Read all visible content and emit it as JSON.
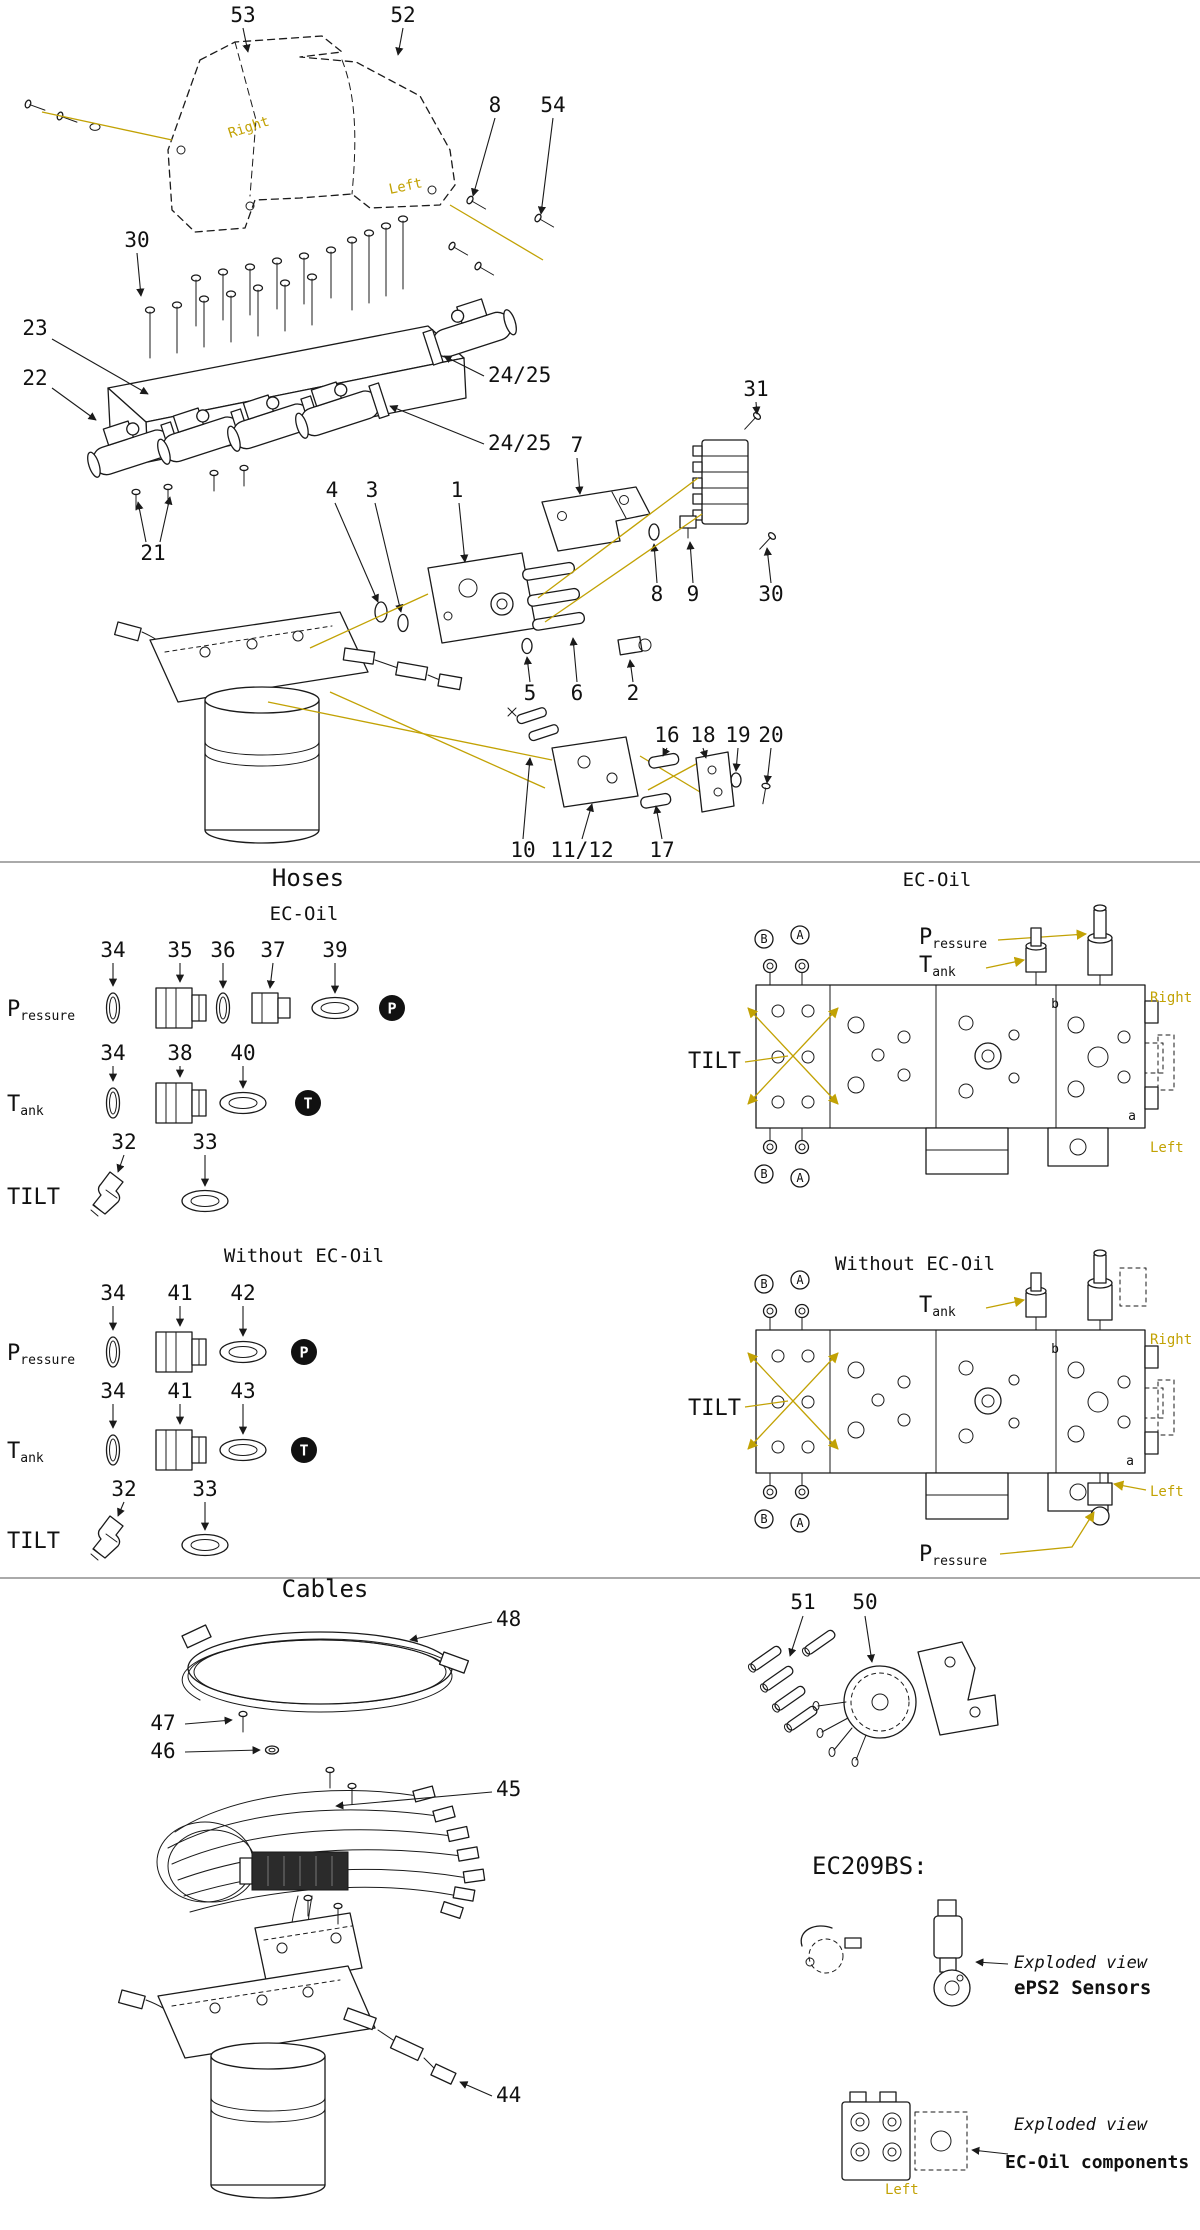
{
  "colors": {
    "line": "#1a1a1a",
    "gold": "#c2a204",
    "badge_bg": "#111111"
  },
  "top": {
    "callouts": {
      "n1": "1",
      "n2": "2",
      "n3": "3",
      "n4": "4",
      "n5": "5",
      "n6": "6",
      "n7": "7",
      "n8": "8",
      "n9": "9",
      "n10": "10",
      "n11_12": "11/12",
      "n16": "16",
      "n17": "17",
      "n18": "18",
      "n19": "19",
      "n20": "20",
      "n21": "21",
      "n22": "22",
      "n23": "23",
      "n24_25": "24/25",
      "n30": "30",
      "n31": "31",
      "n52": "52",
      "n53": "53",
      "n54": "54"
    },
    "right_label": "Right",
    "left_label": "Left"
  },
  "hoses": {
    "title": "Hoses",
    "ecoil_heading": "EC-Oil",
    "without_heading": "Without EC-Oil",
    "pressure_main": "P",
    "pressure_sub": "ressure",
    "tank_main": "T",
    "tank_sub": "ank",
    "tilt": "TILT",
    "badge_p": "P",
    "badge_t": "T",
    "callouts": {
      "n32": "32",
      "n33": "33",
      "n34": "34",
      "n35": "35",
      "n36": "36",
      "n37": "37",
      "n38": "38",
      "n39": "39",
      "n40": "40",
      "n41": "41",
      "n42": "42",
      "n43": "43"
    },
    "right_label": "Right",
    "left_label": "Left",
    "port_b": "B",
    "port_a": "A",
    "port_b_small": "b",
    "port_a_small": "a"
  },
  "cables": {
    "title": "Cables",
    "callouts": {
      "n44": "44",
      "n45": "45",
      "n46": "46",
      "n47": "47",
      "n48": "48",
      "n50": "50",
      "n51": "51"
    },
    "ec209bs": "EC209BS:",
    "exploded_view": "Exploded view",
    "eps2_sensors": "ePS2 Sensors",
    "ecoil_components": "EC-Oil components",
    "left_label": "Left"
  }
}
